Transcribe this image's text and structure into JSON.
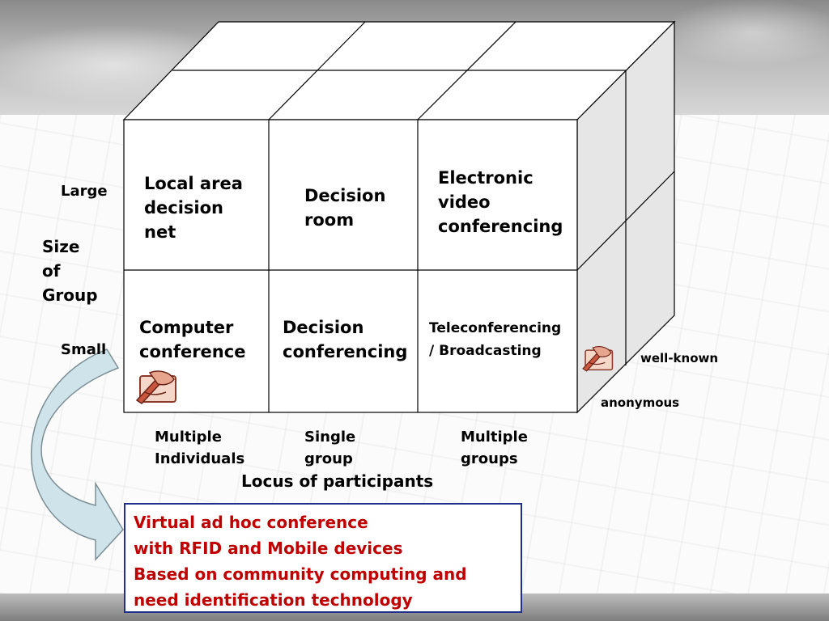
{
  "cube": {
    "cells": {
      "large_1": "Local area\ndecision\nnet",
      "large_2": "Decision\nroom",
      "large_3": "Electronic\nvideo\nconferencing",
      "small_1": "Computer\nconference",
      "small_2": "Decision\nconferencing",
      "small_3": "Teleconferencing\n/ Broadcasting"
    },
    "y_axis": {
      "label": "Size\nof\nGroup",
      "large": "Large",
      "small": "Small"
    },
    "x_axis": {
      "label": "Locus of participants",
      "col_1": "Multiple\nIndividuals",
      "col_2": "Single\ngroup",
      "col_3": "Multiple\ngroups"
    },
    "depth_axis": {
      "back": "well-known",
      "front": "anonymous"
    }
  },
  "callout": {
    "lines": [
      "Virtual ad hoc conference",
      "with RFID and Mobile devices",
      "Based on community computing and",
      "need identification technology"
    ]
  },
  "icons": {
    "hand_writing": "writing-hand-icon"
  },
  "colors": {
    "callout_text": "#c00000",
    "callout_border": "#1f2f8c",
    "arrow_fill": "#cfe3ea"
  }
}
